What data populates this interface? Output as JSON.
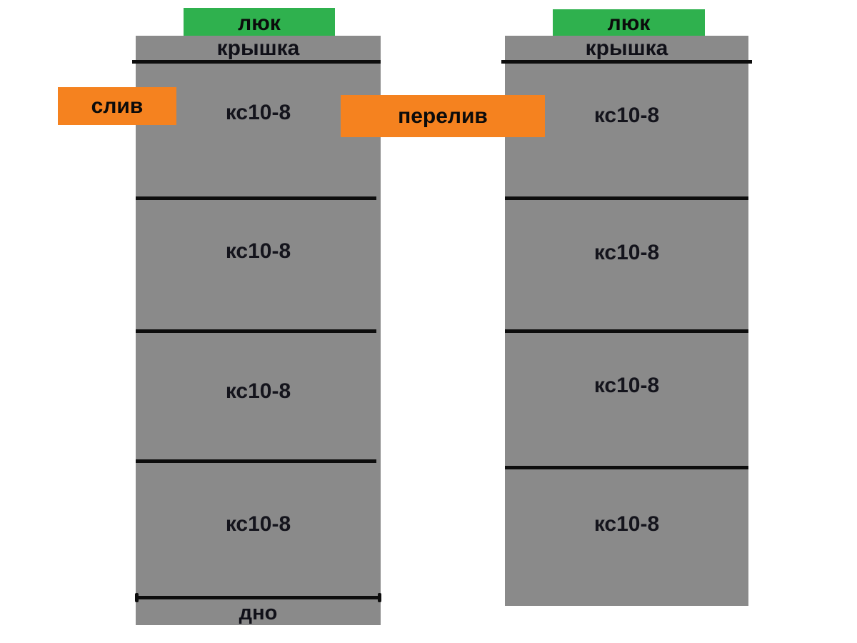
{
  "diagram": {
    "title": "septic-tank-concrete-ring-scheme",
    "colors": {
      "ring_gray": "#8a8a8a",
      "hatch_green": "#2fb14e",
      "pipe_orange": "#f5821f",
      "line_black": "#0d0d0d",
      "background": "#ffffff"
    },
    "wells": [
      {
        "id": "left",
        "hatch_label": "люк",
        "lid_label": "крышка",
        "rings": [
          "кс10-8",
          "кс10-8",
          "кс10-8",
          "кс10-8"
        ],
        "bottom_label": "дно"
      },
      {
        "id": "right",
        "hatch_label": "люк",
        "lid_label": "крышка",
        "rings": [
          "кс10-8",
          "кс10-8",
          "кс10-8",
          "кс10-8"
        ]
      }
    ],
    "pipes": [
      {
        "id": "drain",
        "label": "слив"
      },
      {
        "id": "overflow",
        "label": "перелив"
      }
    ]
  }
}
